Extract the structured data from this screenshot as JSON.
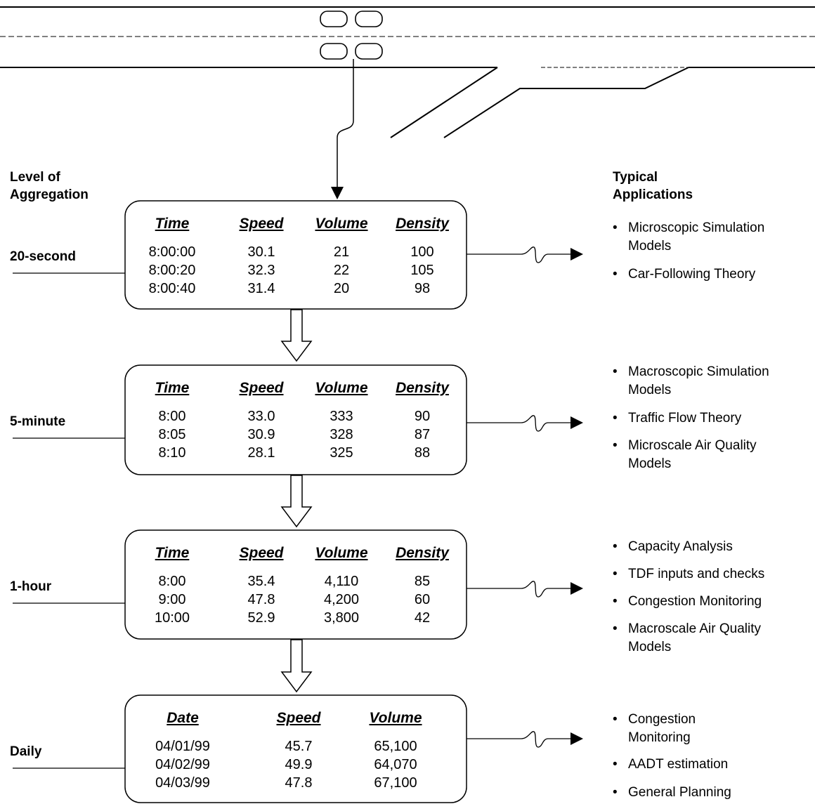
{
  "left_header": {
    "line1": "Level of",
    "line2": "Aggregation"
  },
  "right_header": {
    "line1": "Typical",
    "line2": "Applications"
  },
  "levels": [
    {
      "label": "20-second",
      "columns": [
        "Time",
        "Speed",
        "Volume",
        "Density"
      ],
      "rows": [
        [
          "8:00:00",
          "30.1",
          "21",
          "100"
        ],
        [
          "8:00:20",
          "32.3",
          "22",
          "105"
        ],
        [
          "8:00:40",
          "31.4",
          "20",
          "98"
        ]
      ],
      "applications": [
        [
          "Microscopic Simulation",
          "Models"
        ],
        [
          "Car-Following Theory"
        ]
      ]
    },
    {
      "label": "5-minute",
      "columns": [
        "Time",
        "Speed",
        "Volume",
        "Density"
      ],
      "rows": [
        [
          "8:00",
          "33.0",
          "333",
          "90"
        ],
        [
          "8:05",
          "30.9",
          "328",
          "87"
        ],
        [
          "8:10",
          "28.1",
          "325",
          "88"
        ]
      ],
      "applications": [
        [
          "Macroscopic Simulation",
          "Models"
        ],
        [
          "Traffic Flow Theory"
        ],
        [
          "Microscale Air Quality",
          "Models"
        ]
      ]
    },
    {
      "label": "1-hour",
      "columns": [
        "Time",
        "Speed",
        "Volume",
        "Density"
      ],
      "rows": [
        [
          "8:00",
          "35.4",
          "4,110",
          "85"
        ],
        [
          "9:00",
          "47.8",
          "4,200",
          "60"
        ],
        [
          "10:00",
          "52.9",
          "3,800",
          "42"
        ]
      ],
      "applications": [
        [
          "Capacity Analysis"
        ],
        [
          "TDF inputs and checks"
        ],
        [
          "Congestion Monitoring"
        ],
        [
          "Macroscale Air Quality",
          "Models"
        ]
      ]
    },
    {
      "label": "Daily",
      "columns": [
        "Date",
        "Speed",
        "Volume"
      ],
      "rows": [
        [
          "04/01/99",
          "45.7",
          "65,100"
        ],
        [
          "04/02/99",
          "49.9",
          "64,070"
        ],
        [
          "04/03/99",
          "47.8",
          "67,100"
        ]
      ],
      "applications": [
        [
          "Congestion",
          "Monitoring"
        ],
        [
          "AADT estimation"
        ],
        [
          "General Planning"
        ]
      ]
    }
  ],
  "bullet": "•"
}
